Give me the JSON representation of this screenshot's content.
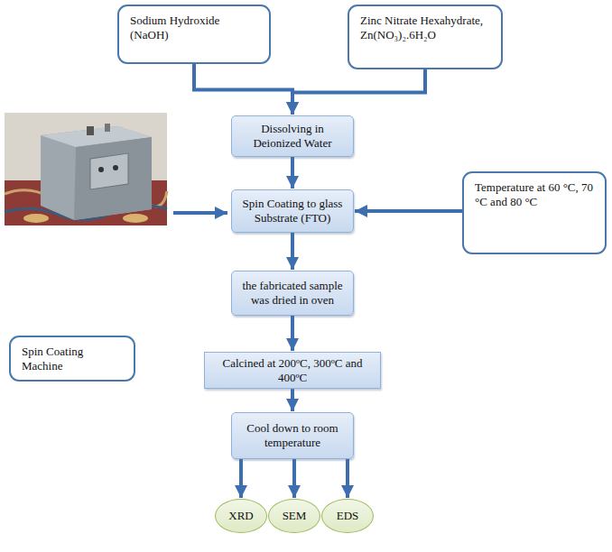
{
  "diagram": {
    "nodes": [
      {
        "text": [
          "Sodium Hydroxide (NaOH)"
        ]
      },
      {
        "text": [
          "Zinc Nitrate Hexahydrate, Zn(NO₃)₂.6H₂O"
        ]
      },
      {
        "text": [
          "Dissolving in Deionized Water"
        ]
      },
      {
        "text": [
          "Spin Coating to glass Substrate (FTO)"
        ]
      },
      {
        "text": [
          "Temperature at 60 °C, 70 °C and 80 °C"
        ]
      },
      {
        "text": [
          "Spin Coating Machine"
        ]
      },
      {
        "text": [
          "the fabricated sample was dried in oven"
        ]
      },
      {
        "text": [
          "Calcined at 200ºC, 300ºC and 400ºC"
        ]
      },
      {
        "text": [
          "Cool down to room temperature"
        ]
      },
      {
        "text": [
          "XRD"
        ]
      },
      {
        "text": [
          "SEM"
        ]
      },
      {
        "text": [
          "EDS"
        ]
      }
    ],
    "edges": [
      {
        "from": 0,
        "to": 2,
        "arrow": "to"
      },
      {
        "from": 1,
        "to": 2,
        "arrow": "to"
      },
      {
        "from": 2,
        "to": 3,
        "arrow": "to"
      },
      {
        "from": 4,
        "to": 3,
        "arrow": "to"
      },
      {
        "from": 3,
        "to": 6,
        "arrow": "to"
      },
      {
        "from": 6,
        "to": 7,
        "arrow": "to"
      },
      {
        "from": 7,
        "to": 8,
        "arrow": "to"
      },
      {
        "from": 8,
        "to": 9,
        "arrow": "to"
      },
      {
        "from": 8,
        "to": 10,
        "arrow": "to"
      },
      {
        "from": 8,
        "to": 11,
        "arrow": "to"
      }
    ]
  }
}
